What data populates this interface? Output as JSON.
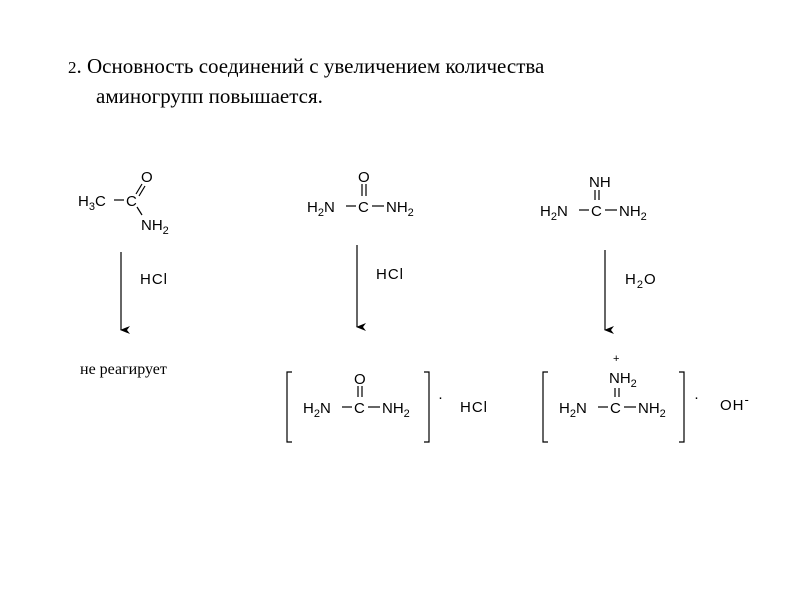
{
  "heading": {
    "number": "2",
    "line1_rest": ". Основность соединений с увеличением количества",
    "line2": "аминогрупп повышается."
  },
  "acetamide": {
    "h3": "H",
    "h3_sub": "3",
    "c1": "C",
    "c2": "C",
    "o": "O",
    "nh": "NH",
    "nh_sub": "2",
    "reagent": "HCl",
    "result": "не реагирует"
  },
  "urea": {
    "h2n": "H",
    "h2n_sub": "2",
    "h2n_n": "N",
    "c": "C",
    "o": "O",
    "nh": "NH",
    "nh_sub": "2",
    "reagent": "HCl",
    "product_salt": "HCl",
    "dot": "·"
  },
  "guanidine": {
    "h2n": "H",
    "h2n_sub": "2",
    "h2n_n": "N",
    "c": "C",
    "nh_top": "NH",
    "nh": "NH",
    "nh_sub": "2",
    "reagent_h": "H",
    "reagent_sub": "2",
    "reagent_o": "O",
    "plus": "+",
    "oh": "OH",
    "minus": "-",
    "dot": "·"
  }
}
